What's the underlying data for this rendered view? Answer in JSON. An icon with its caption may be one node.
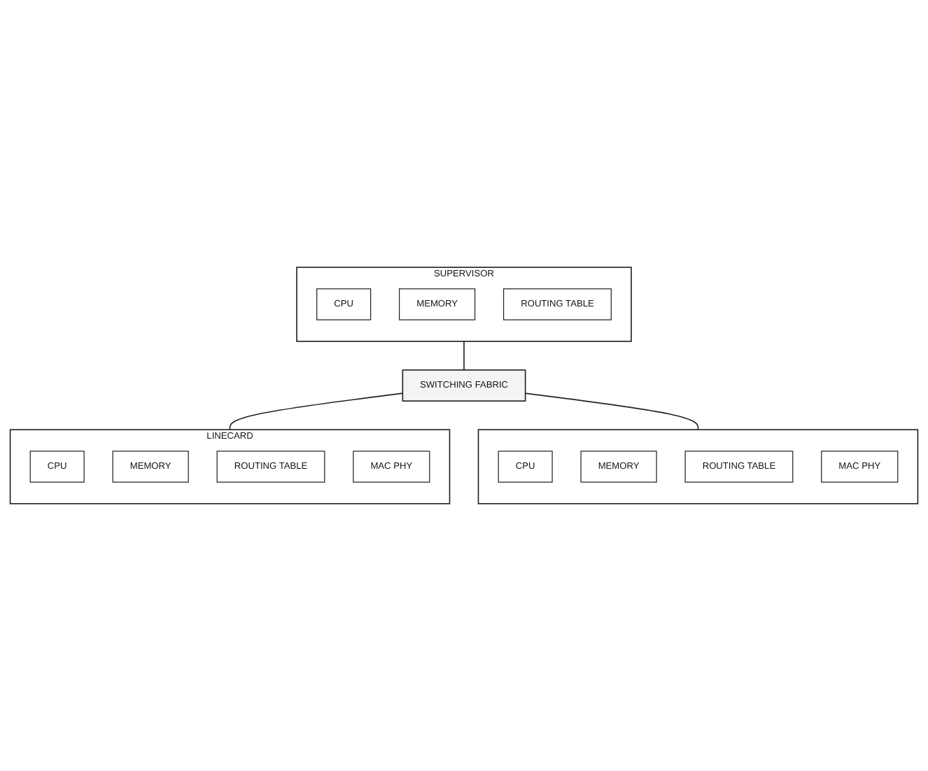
{
  "diagram": {
    "nodes": [
      {
        "text": [
          "SUPERVISOR"
        ]
      },
      {
        "text": [
          "CPU"
        ],
        "in": 0
      },
      {
        "text": [
          "MEMORY"
        ],
        "in": 0
      },
      {
        "text": [
          "ROUTING TABLE"
        ],
        "in": 0
      },
      {
        "text": [
          "SWITCHING FABRIC"
        ]
      },
      {
        "text": [
          "LINECARD"
        ]
      },
      {
        "text": [
          "CPU"
        ],
        "in": 5
      },
      {
        "text": [
          "MEMORY"
        ],
        "in": 5
      },
      {
        "text": [
          "ROUTING TABLE"
        ],
        "in": 5
      },
      {
        "text": [
          "MAC PHY"
        ],
        "in": 5
      },
      {
        "text": [],
        "shape": "box"
      },
      {
        "text": [
          "CPU"
        ],
        "in": 10
      },
      {
        "text": [
          "MEMORY"
        ],
        "in": 10
      },
      {
        "text": [
          "ROUTING TABLE"
        ],
        "in": 10
      },
      {
        "text": [
          "MAC PHY"
        ],
        "in": 10
      }
    ],
    "edges": [
      {
        "from": 0,
        "to": 4,
        "arrow": "none"
      },
      {
        "from": 4,
        "to": 5,
        "arrow": "none"
      },
      {
        "from": 4,
        "to": 10,
        "arrow": "none"
      }
    ]
  }
}
